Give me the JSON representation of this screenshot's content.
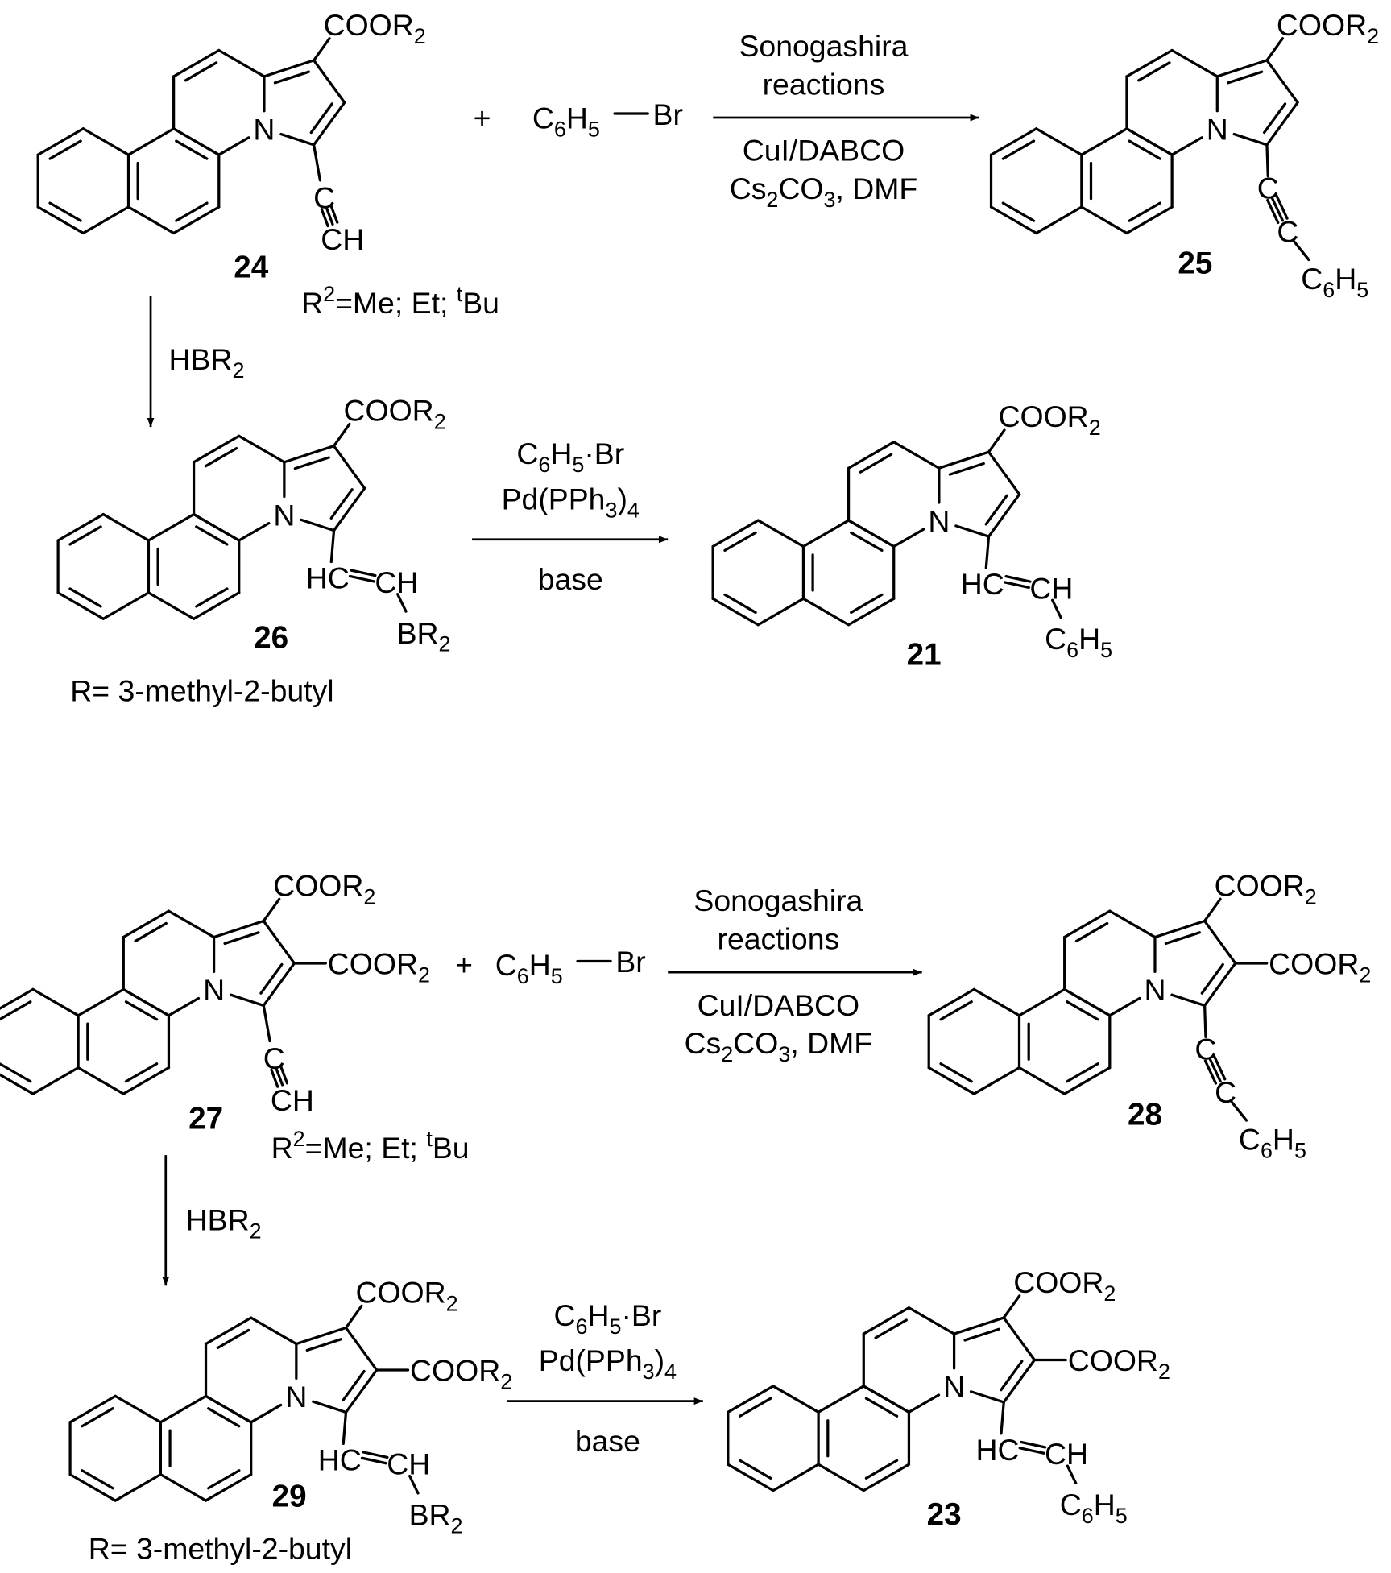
{
  "structures": [
    {
      "id": "24",
      "esters": 1,
      "sub": {
        "type": "alkyne_h",
        "a": [
          [
            "C"
          ]
        ],
        "b": [
          [
            "CH"
          ]
        ]
      }
    },
    {
      "id": "25",
      "esters": 1,
      "sub": {
        "type": "alkyne_ph",
        "a": [
          [
            "C"
          ]
        ],
        "a2": [
          [
            "C"
          ]
        ],
        "b": [
          [
            "C"
          ],
          [
            "6",
            "sub"
          ],
          [
            "H"
          ],
          [
            "5",
            "sub"
          ]
        ]
      }
    },
    {
      "id": "26",
      "esters": 1,
      "sub": {
        "type": "vinyl",
        "a": [
          [
            "HC"
          ]
        ],
        "a2": [
          [
            "CH"
          ]
        ],
        "b": [
          [
            "BR"
          ],
          [
            "2",
            "sub"
          ]
        ]
      }
    },
    {
      "id": "21",
      "esters": 1,
      "sub": {
        "type": "vinyl",
        "a": [
          [
            "HC"
          ]
        ],
        "a2": [
          [
            "CH"
          ]
        ],
        "b": [
          [
            "C"
          ],
          [
            "6",
            "sub"
          ],
          [
            "H"
          ],
          [
            "5",
            "sub"
          ]
        ]
      }
    },
    {
      "id": "27",
      "esters": 2,
      "sub": {
        "type": "alkyne_h",
        "a": [
          [
            "C"
          ]
        ],
        "b": [
          [
            "CH"
          ]
        ]
      }
    },
    {
      "id": "28",
      "esters": 2,
      "sub": {
        "type": "alkyne_ph",
        "a": [
          [
            "C"
          ]
        ],
        "a2": [
          [
            "C"
          ]
        ],
        "b": [
          [
            "C"
          ],
          [
            "6",
            "sub"
          ],
          [
            "H"
          ],
          [
            "5",
            "sub"
          ]
        ]
      }
    },
    {
      "id": "29",
      "esters": 2,
      "sub": {
        "type": "vinyl",
        "a": [
          [
            "HC"
          ]
        ],
        "a2": [
          [
            "CH"
          ]
        ],
        "b": [
          [
            "BR"
          ],
          [
            "2",
            "sub"
          ]
        ]
      }
    },
    {
      "id": "23",
      "esters": 2,
      "sub": {
        "type": "vinyl",
        "a": [
          [
            "HC"
          ]
        ],
        "a2": [
          [
            "CH"
          ]
        ],
        "b": [
          [
            "C"
          ],
          [
            "6",
            "sub"
          ],
          [
            "H"
          ],
          [
            "5",
            "sub"
          ]
        ]
      }
    }
  ],
  "atom_n": [
    [
      "N"
    ]
  ],
  "ester_label": [
    [
      "COOR"
    ],
    [
      "2",
      "sub"
    ]
  ],
  "r2_note": [
    [
      "R"
    ],
    [
      "2",
      "sup"
    ],
    [
      "=Me; Et; "
    ],
    [
      "t",
      "sup"
    ],
    [
      "Bu"
    ]
  ],
  "r_note": [
    [
      "R= 3-methyl-2-butyl"
    ]
  ],
  "plus": [
    [
      "+"
    ]
  ],
  "reagent_phbr": {
    "ph": [
      [
        "C"
      ],
      [
        "6",
        "sub"
      ],
      [
        "H"
      ],
      [
        "5",
        "sub"
      ]
    ],
    "br": [
      [
        "Br"
      ]
    ]
  },
  "sonogashira": {
    "above": [
      [
        [
          "Sonogashira"
        ]
      ],
      [
        [
          "reactions"
        ]
      ]
    ],
    "below": [
      [
        [
          "CuI/DABCO"
        ]
      ],
      [
        [
          "Cs"
        ],
        [
          "2",
          "sub"
        ],
        [
          "CO"
        ],
        [
          "3",
          "sub"
        ],
        [
          ", DMF"
        ]
      ]
    ]
  },
  "hydroboration": [
    [
      "HBR"
    ],
    [
      "2",
      "sub"
    ]
  ],
  "suzuki": {
    "above": [
      [
        [
          "C"
        ],
        [
          "6",
          "sub"
        ],
        [
          "H"
        ],
        [
          "5",
          "sub"
        ],
        [
          "·Br"
        ]
      ],
      [
        [
          "Pd(PPh"
        ],
        [
          "3",
          "sub"
        ],
        [
          ")"
        ],
        [
          "4",
          "sub"
        ]
      ]
    ],
    "below": [
      [
        [
          "base"
        ]
      ]
    ]
  }
}
